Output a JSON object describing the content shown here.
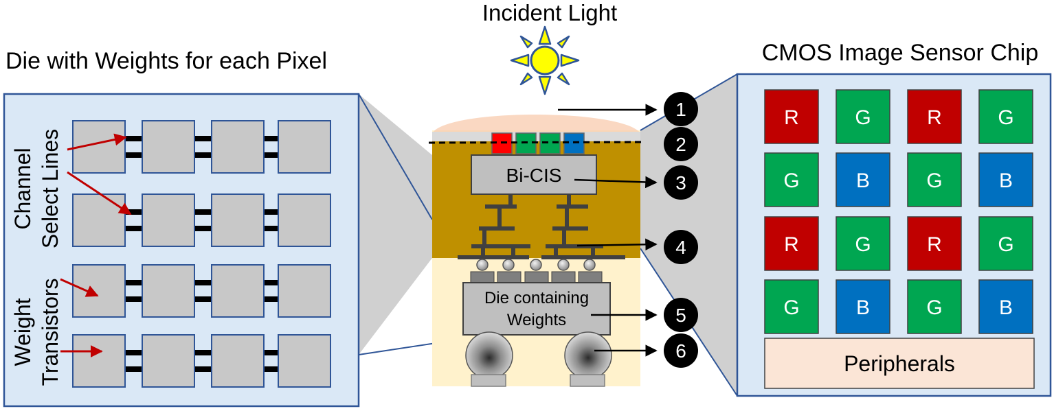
{
  "title_incident": "Incident Light",
  "title_left": "Die with Weights for each Pixel",
  "title_right": "CMOS Image Sensor Chip",
  "left_labels": {
    "channel_line1": "Channel",
    "channel_line2": "Select Lines",
    "weight_line1": "Weight",
    "weight_line2": "Transistors"
  },
  "stack": {
    "bicis": "Bi-CIS",
    "die_line1": "Die containing",
    "die_line2": "Weights"
  },
  "markers": [
    "1",
    "2",
    "3",
    "4",
    "5",
    "6"
  ],
  "sensor": {
    "rows": [
      [
        "R",
        "G",
        "R",
        "G"
      ],
      [
        "G",
        "B",
        "G",
        "B"
      ],
      [
        "R",
        "G",
        "R",
        "G"
      ],
      [
        "G",
        "B",
        "G",
        "B"
      ]
    ],
    "peripherals": "Peripherals"
  },
  "colors": {
    "R": "#c00000",
    "G": "#00a651",
    "B": "#0070c0",
    "panel_fill": "#dae8f6",
    "panel_stroke": "#2f5597",
    "gold": "#bf9000",
    "sun": "#ffff00",
    "arrow_red": "#c00000"
  }
}
